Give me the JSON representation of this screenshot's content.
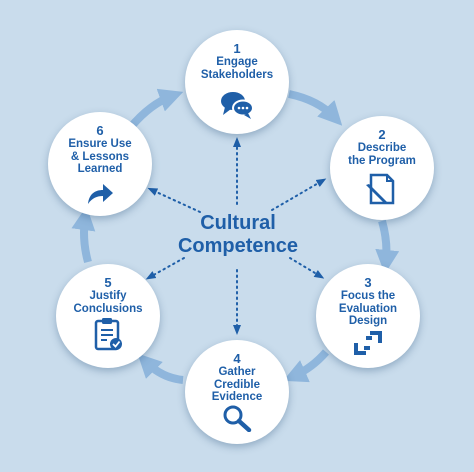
{
  "center": {
    "title": "Cultural\nCompetence"
  },
  "steps": [
    {
      "number": "1",
      "label": "Engage\nStakeholders",
      "icon": "speech-bubbles-icon"
    },
    {
      "number": "2",
      "label": "Describe\nthe Program",
      "icon": "document-pencil-icon"
    },
    {
      "number": "3",
      "label": "Focus the\nEvaluation\nDesign",
      "icon": "framing-hands-icon"
    },
    {
      "number": "4",
      "label": "Gather\nCredible\nEvidence",
      "icon": "magnifying-glass-icon"
    },
    {
      "number": "5",
      "label": "Justify\nConclusions",
      "icon": "clipboard-check-icon"
    },
    {
      "number": "6",
      "label": "Ensure Use\n& Lessons\nLearned",
      "icon": "share-arrow-icon"
    }
  ],
  "colors": {
    "background": "#c9dcec",
    "accent": "#1f5fa8",
    "arrow": "#8fb6dc",
    "dotted": "#1f5fa8"
  }
}
